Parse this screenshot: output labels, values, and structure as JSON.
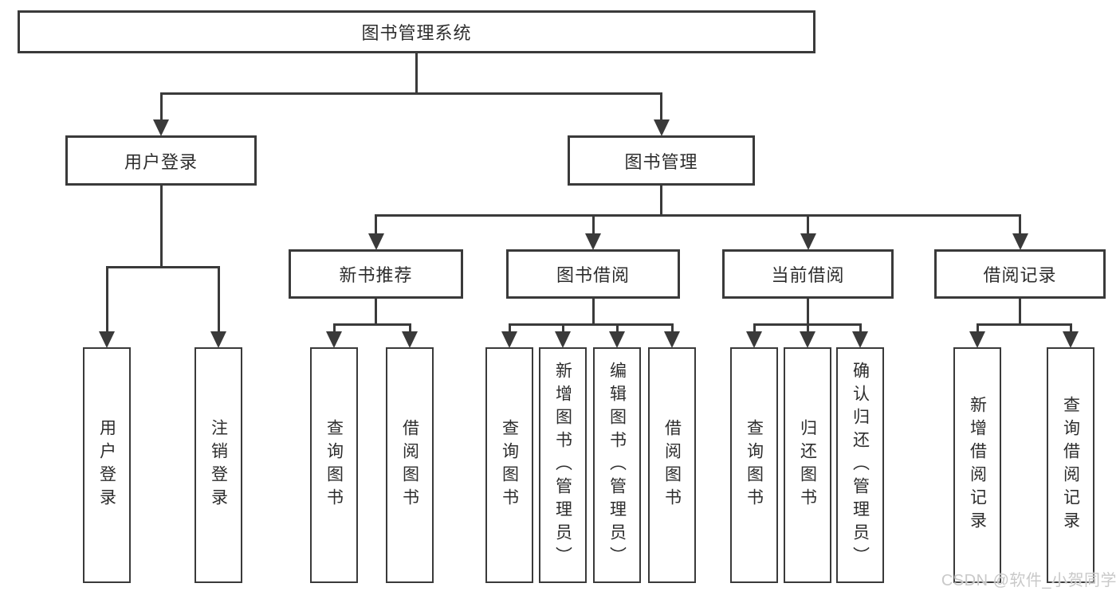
{
  "colors": {
    "line": "#3a3a3a",
    "text": "#2d2d2d",
    "background": "#ffffff",
    "watermark": "#c9c9c9"
  },
  "watermark": {
    "text": "CSDN @软件_小贺同学"
  },
  "diagram": {
    "title": "图书管理系统",
    "nodes": [
      {
        "id": "root",
        "label": "图书管理系统",
        "parent": null,
        "orientation": "horizontal"
      },
      {
        "id": "user-login",
        "label": "用户登录",
        "parent": "root",
        "orientation": "horizontal"
      },
      {
        "id": "book-mgmt",
        "label": "图书管理",
        "parent": "root",
        "orientation": "horizontal"
      },
      {
        "id": "new-book-rec",
        "label": "新书推荐",
        "parent": "book-mgmt",
        "orientation": "horizontal"
      },
      {
        "id": "book-borrow",
        "label": "图书借阅",
        "parent": "book-mgmt",
        "orientation": "horizontal"
      },
      {
        "id": "current-borrow",
        "label": "当前借阅",
        "parent": "book-mgmt",
        "orientation": "horizontal"
      },
      {
        "id": "borrow-records",
        "label": "借阅记录",
        "parent": "book-mgmt",
        "orientation": "horizontal"
      },
      {
        "id": "leaf-user-login",
        "label": "用户登录",
        "parent": "user-login",
        "orientation": "vertical"
      },
      {
        "id": "leaf-logout",
        "label": "注销登录",
        "parent": "user-login",
        "orientation": "vertical"
      },
      {
        "id": "leaf-nb-query",
        "label": "查询图书",
        "parent": "new-book-rec",
        "orientation": "vertical"
      },
      {
        "id": "leaf-nb-borrow",
        "label": "借阅图书",
        "parent": "new-book-rec",
        "orientation": "vertical"
      },
      {
        "id": "leaf-bb-query",
        "label": "查询图书",
        "parent": "book-borrow",
        "orientation": "vertical"
      },
      {
        "id": "leaf-bb-add",
        "label": "新增图书（管理员）",
        "parent": "book-borrow",
        "orientation": "vertical"
      },
      {
        "id": "leaf-bb-edit",
        "label": "编辑图书（管理员）",
        "parent": "book-borrow",
        "orientation": "vertical"
      },
      {
        "id": "leaf-bb-borrow",
        "label": "借阅图书",
        "parent": "book-borrow",
        "orientation": "vertical"
      },
      {
        "id": "leaf-cb-query",
        "label": "查询图书",
        "parent": "current-borrow",
        "orientation": "vertical"
      },
      {
        "id": "leaf-cb-return",
        "label": "归还图书",
        "parent": "current-borrow",
        "orientation": "vertical"
      },
      {
        "id": "leaf-cb-confirm",
        "label": "确认归还（管理员）",
        "parent": "current-borrow",
        "orientation": "vertical"
      },
      {
        "id": "leaf-br-add",
        "label": "新增借阅记录",
        "parent": "borrow-records",
        "orientation": "vertical"
      },
      {
        "id": "leaf-br-query",
        "label": "查询借阅记录",
        "parent": "borrow-records",
        "orientation": "vertical"
      }
    ]
  }
}
